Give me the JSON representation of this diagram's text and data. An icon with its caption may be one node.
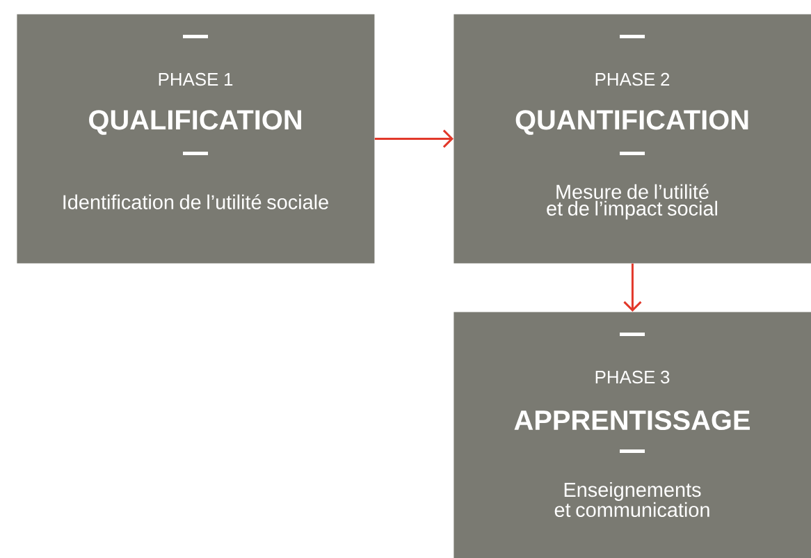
{
  "diagram": {
    "nodes": [
      {
        "text": [
          "PHASE 1",
          "QUALIFICATION",
          "Identification de l’utilité sociale"
        ]
      },
      {
        "text": [
          "PHASE 2",
          "QUANTIFICATION",
          "Mesure de l’utilité et de l’impact social"
        ]
      },
      {
        "text": [
          "PHASE 3",
          "APPRENTISSAGE",
          "Enseignements et communication"
        ]
      }
    ],
    "edges": [
      {
        "from": 0,
        "to": 1,
        "arrow": "to"
      },
      {
        "from": 1,
        "to": 2,
        "arrow": "to"
      }
    ]
  }
}
